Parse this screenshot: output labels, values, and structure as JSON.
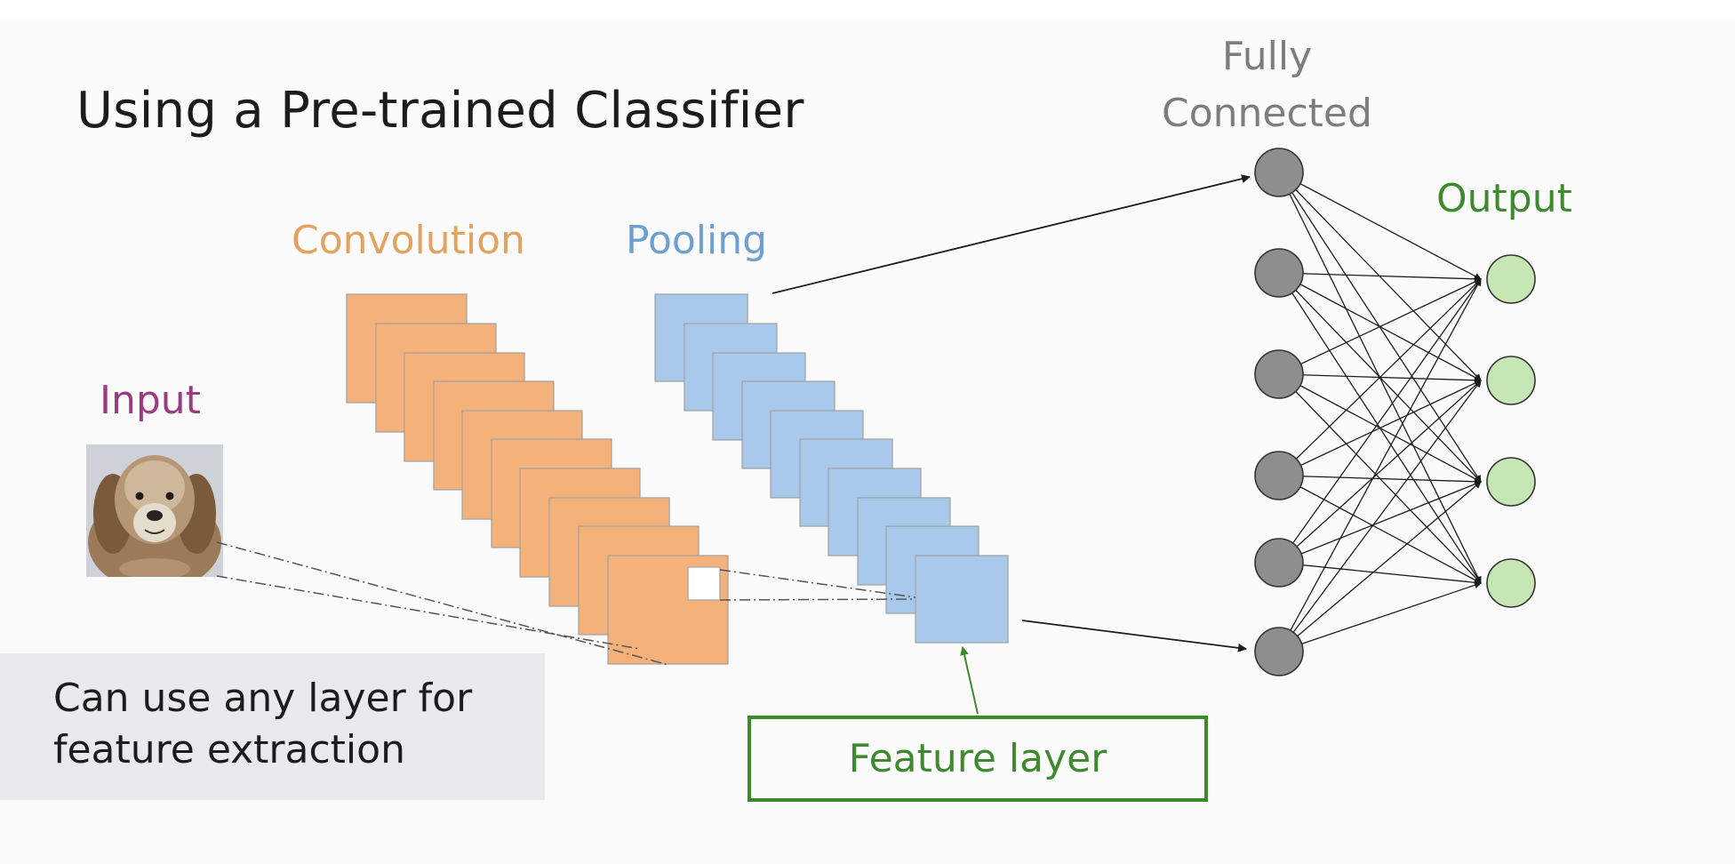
{
  "title": "Using a Pre-trained Classifier",
  "labels": {
    "convolution": "Convolution",
    "pooling": "Pooling",
    "input": "Input",
    "fully_connected_line1": "Fully",
    "fully_connected_line2": "Connected",
    "output": "Output"
  },
  "caption": {
    "line1": "Can use any layer for",
    "line2": "feature extraction"
  },
  "feature_box_label": "Feature layer",
  "colors": {
    "convolution": "#f4b27a",
    "pooling": "#a8c8ec",
    "fc_node": "#8e8e8e",
    "output_node": "#c6e6b3",
    "feature_border": "#3e8a2b"
  },
  "network": {
    "conv_layers": 10,
    "pool_layers": 10,
    "fc_nodes": 6,
    "output_nodes": 4
  }
}
